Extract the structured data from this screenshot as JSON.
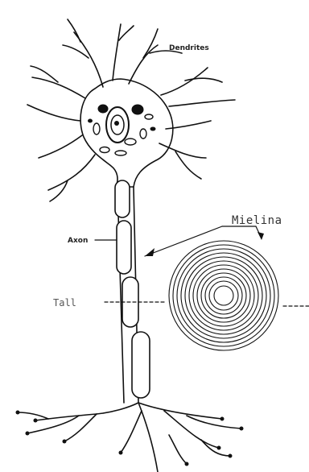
{
  "labels": {
    "dendrites": "Dendrites",
    "axon": "Axon",
    "myelin": "Mielina",
    "tall": "Tall"
  }
}
